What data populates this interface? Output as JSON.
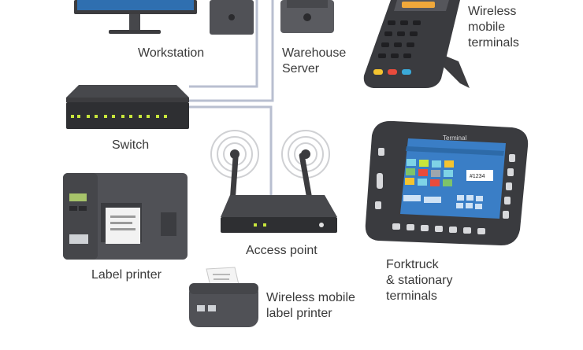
{
  "labels": {
    "workstation": "Workstation",
    "warehouse_server": "Warehouse\nServer",
    "wireless_mobile_terminals": "Wireless\nmobile\nterminals",
    "switch": "Switch",
    "label_printer": "Label printer",
    "access_point": "Access point",
    "wireless_mobile_label_printer": "Wireless mobile\nlabel printer",
    "forktruck_terminals": "Forktruck\n& stationary\nterminals"
  },
  "terminal_screen": {
    "title": "Terminal",
    "code": "#1234"
  },
  "colors": {
    "cable": "#b9bfd0",
    "device_dark": "#3c3c3f",
    "device_mid": "#55565a",
    "screen_blue": "#3a7ec6",
    "led_green": "#c8e63c",
    "text": "#3a3a3a"
  }
}
